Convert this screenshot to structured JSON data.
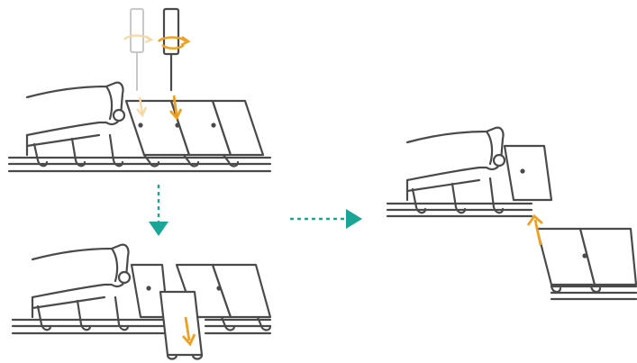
{
  "colors": {
    "line": "#4a4a4a",
    "faint_line": "#c8c8c8",
    "accent_orange": "#f0a020",
    "accent_teal": "#1aa597",
    "background": "#ffffff"
  },
  "icons": {
    "screwdriver_ghost": "screwdriver-icon",
    "screwdriver_active": "screwdriver-icon",
    "rotate": "rotate-arrow-icon",
    "down_arrow": "arrow-down-icon",
    "right_arrow": "arrow-right-icon",
    "up_arrow": "arrow-up-icon"
  },
  "steps": [
    {
      "id": "step-1",
      "action": "unscrew-pin"
    },
    {
      "id": "step-2",
      "action": "remove-link"
    },
    {
      "id": "step-3",
      "action": "reattach-band"
    }
  ]
}
